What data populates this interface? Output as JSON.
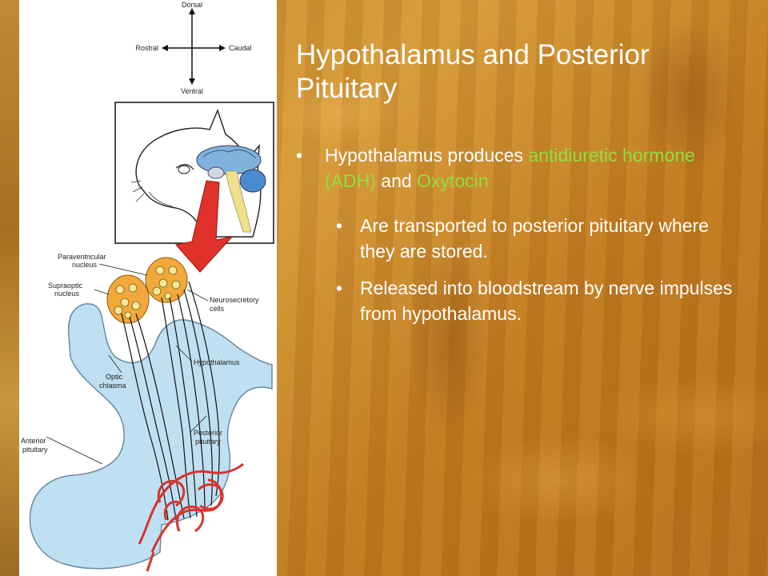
{
  "slide": {
    "title": "Hypothalamus and Posterior Pituitary",
    "bullet_main": {
      "before": "Hypothalamus produces ",
      "hl1": "antidiuretic hormone (ADH)",
      "mid": " and ",
      "hl2": "Oxytocin"
    },
    "sub_bullets": [
      "Are transported to posterior pituitary where they are stored.",
      "Released into bloodstream by nerve impulses from hypothalamus."
    ],
    "bullet_glyph": "•",
    "highlight_color": "#8fe03c"
  },
  "diagram": {
    "compass": {
      "top": "Dorsal",
      "left": "Rostral",
      "right": "Caudal",
      "bottom": "Ventral"
    },
    "labels": {
      "paraventricular": [
        "Paraventricular",
        "nucleus"
      ],
      "supraoptic": [
        "Supraoptic",
        "nucleus"
      ],
      "neurosecretory": [
        "Neurosecretory",
        "cells"
      ],
      "hypothalamus": "Hypothalamus",
      "optic": [
        "Optic",
        "chiasma"
      ],
      "posterior": [
        "Posterior",
        "pituitary"
      ],
      "anterior": [
        "Anterior",
        "pituitary"
      ]
    }
  }
}
